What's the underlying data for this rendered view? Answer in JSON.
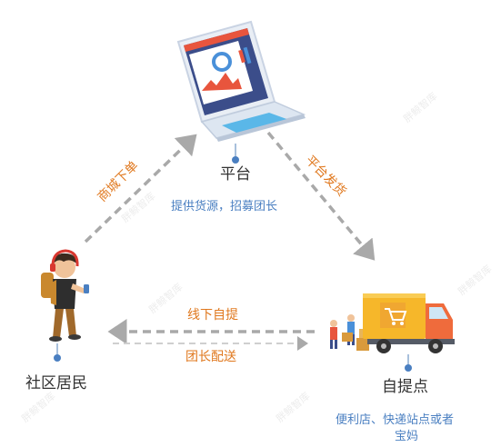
{
  "nodes": {
    "platform": {
      "title": "平台",
      "description": "提供货源，招募团长"
    },
    "residents": {
      "title": "社区居民"
    },
    "pickup": {
      "title": "自提点",
      "description_line1": "便利店、快递站点或者",
      "description_line2": "宝妈"
    }
  },
  "edges": {
    "order": "商城下单",
    "ship": "平台发货",
    "self_pickup": "线下自提",
    "leader_delivery": "团长配送"
  },
  "watermark_text": "胖鲸智库",
  "colors": {
    "arrow": "#a9a9a9",
    "edge_label": "#e0781e",
    "description": "#4a7fc1",
    "marker": "#4a7fc1",
    "truck_body": "#f6b72a",
    "truck_cab": "#ef6b3c",
    "laptop_screen": "#3b4d8a"
  }
}
